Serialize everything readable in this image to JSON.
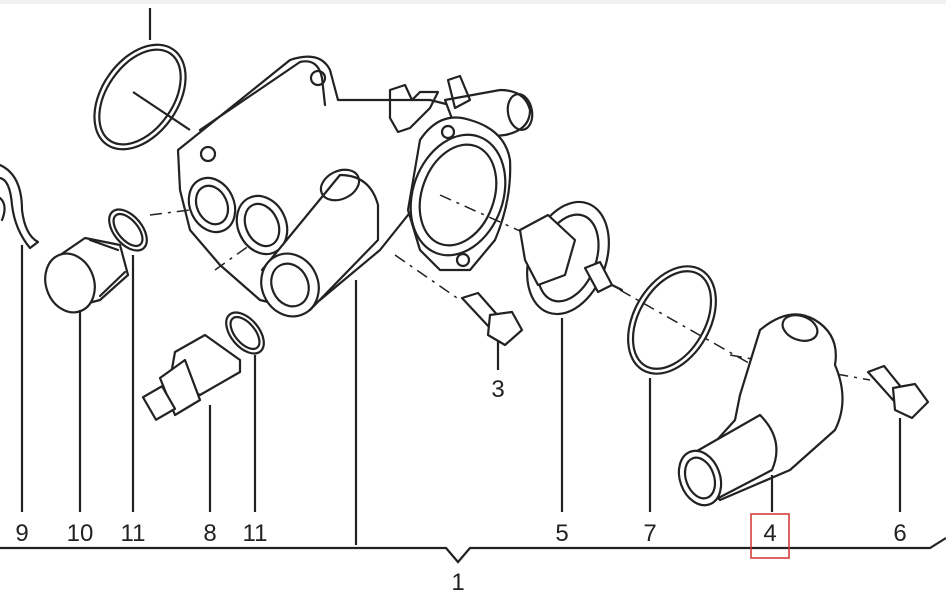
{
  "diagram": {
    "callouts": [
      {
        "id": "c9",
        "label": "9"
      },
      {
        "id": "c10",
        "label": "10"
      },
      {
        "id": "c11a",
        "label": "11"
      },
      {
        "id": "c8",
        "label": "8"
      },
      {
        "id": "c11b",
        "label": "11"
      },
      {
        "id": "c5",
        "label": "5"
      },
      {
        "id": "c7",
        "label": "7"
      },
      {
        "id": "c4",
        "label": "4"
      },
      {
        "id": "c6",
        "label": "6"
      },
      {
        "id": "c3",
        "label": "3"
      },
      {
        "id": "c1",
        "label": "1"
      }
    ],
    "highlight": {
      "label": "4",
      "color": "#d0312d"
    }
  }
}
